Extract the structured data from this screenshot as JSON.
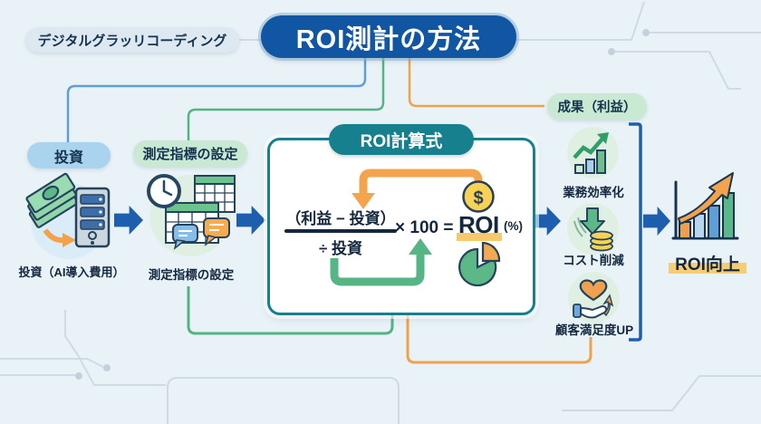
{
  "header": {
    "tag": "デジタルグラッリコーディング",
    "title": "ROI測計の方法"
  },
  "steps": {
    "investment": {
      "label": "投資",
      "caption": "投資（AI導入費用）",
      "icon": "money-server-icon"
    },
    "metrics": {
      "label": "測定指標の設定",
      "caption": "測定指標の設定",
      "icon": "clock-spreadsheet-icon"
    }
  },
  "formula": {
    "tab": "ROI計算式",
    "numerator": "（利益 − 投資）",
    "denominator": "÷ 投資",
    "multiplier": "× 100 =",
    "result": "ROI",
    "unit": "(%)",
    "icons": [
      "dollar-coin-icon",
      "pie-chart-icon",
      "orange-loop-arrow",
      "green-loop-arrow"
    ]
  },
  "outcome": {
    "label": "成果（利益）",
    "items": [
      {
        "label": "業務効率化",
        "icon": "growth-bars-icon"
      },
      {
        "label": "コスト削減",
        "icon": "cost-reduction-icon"
      },
      {
        "label": "顧客満足度UP",
        "icon": "heart-in-hand-icon"
      }
    ]
  },
  "goal": {
    "label": "ROI向上",
    "icon": "rising-chart-icon"
  },
  "colors": {
    "background": "#e9f2f7",
    "navy_text": "#14324f",
    "title_bg": "#1156a3",
    "teal": "#17808f",
    "arrow_blue": "#1d5fae",
    "light_blue_pill": "#a9d3ee",
    "light_green_pill": "#c9e9d2",
    "orange": "#f3a24b",
    "green": "#53b483",
    "connector_blue": "#5f9fd6",
    "highlight_yellow": "#f6c96b",
    "circuit_gray": "#cfdae3"
  }
}
